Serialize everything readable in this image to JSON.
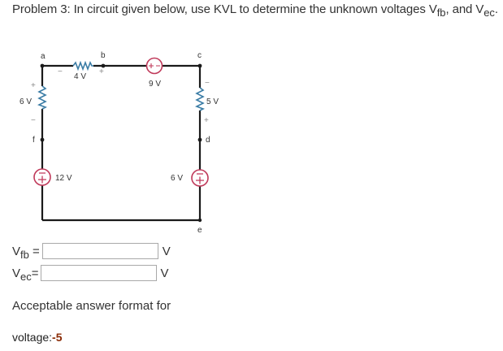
{
  "problem": {
    "prefix": "Problem 3: In circuit given below, use KVL to determine the unknown voltages V",
    "sub1": "fb",
    "mid": ", and V",
    "sub2": "ec",
    "suffix": "."
  },
  "circuit": {
    "nodes": {
      "a": "a",
      "b": "b",
      "c": "c",
      "d": "d",
      "e": "e",
      "f": "f"
    },
    "resistor_ab": {
      "label": "4 V",
      "minus": "−",
      "plus": "+"
    },
    "resistor_af": {
      "label": "6 V",
      "plus": "+",
      "minus": "−"
    },
    "resistor_cd": {
      "label": "5 V",
      "minus": "−",
      "plus": "+"
    },
    "source_bc": {
      "label": "9 V"
    },
    "source_f": {
      "label": "12 V"
    },
    "source_d": {
      "label": "6 V"
    },
    "colors": {
      "wire": "#1a1a1a",
      "resistor": "#3a7ca5",
      "source": "#c0395a"
    }
  },
  "answers": [
    {
      "label_main": "V",
      "label_sub": "fb",
      "label_eq": " =",
      "value": "",
      "unit": "V"
    },
    {
      "label_main": "V",
      "label_sub": "ec",
      "label_eq": "=",
      "value": "",
      "unit": "V"
    }
  ],
  "format": {
    "line1": "Acceptable answer format for",
    "line2_prefix": "voltage:",
    "line2_example": "-5"
  }
}
